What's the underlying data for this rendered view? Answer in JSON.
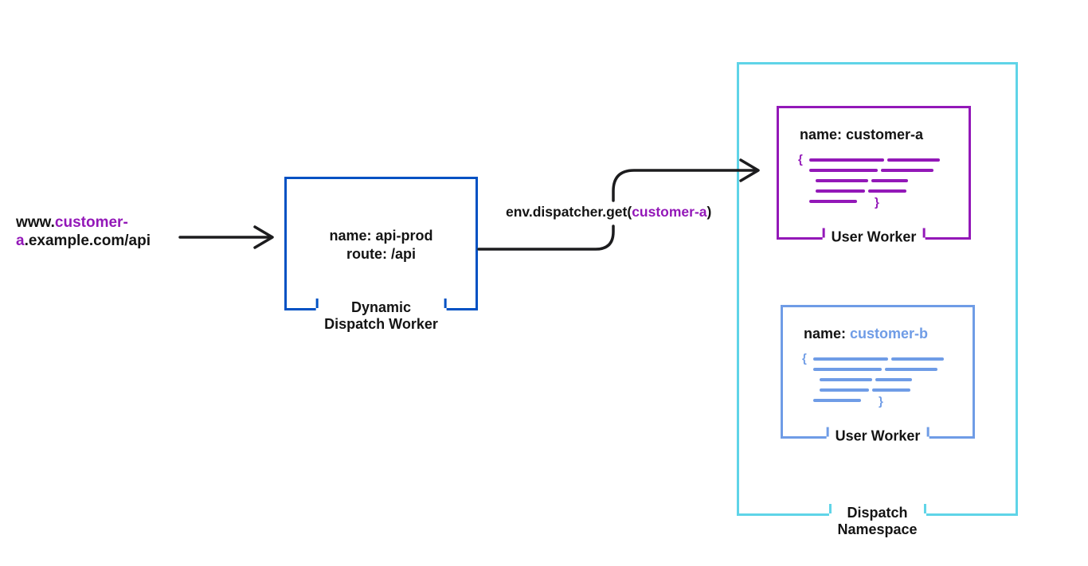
{
  "colors": {
    "purple": "#9318b8",
    "dispatch_worker_blue": "#0051c3",
    "namespace_cyan": "#5fd4e8",
    "user_worker_blue": "#6f9ce6",
    "arrow_black": "#1c1c1e"
  },
  "url": {
    "l1_black": "www.",
    "l1_purple": "customer-",
    "l2_purple": "a",
    "l2_black": ".example.com/api"
  },
  "dispatch_worker": {
    "line1": "name: api-prod",
    "line2": "route: /api",
    "label_l1": "Dynamic",
    "label_l2": "Dispatch Worker"
  },
  "env_call": {
    "prefix": "env.dispatcher.get(",
    "arg": "customer-a",
    "suffix": ")"
  },
  "namespace": {
    "label_l1": "Dispatch",
    "label_l2": "Namespace"
  },
  "worker_a": {
    "name_prefix": "name: ",
    "name_value": "customer-a",
    "label": "User Worker"
  },
  "worker_b": {
    "name_prefix": "name: ",
    "name_value": "customer-b",
    "label": "User Worker"
  }
}
